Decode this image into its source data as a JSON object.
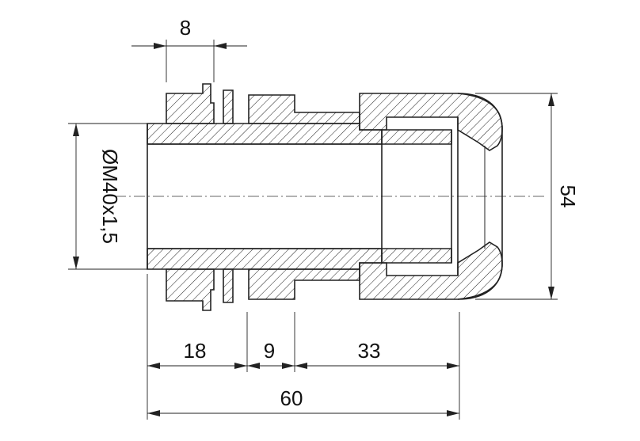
{
  "dimensions": {
    "top_width": "8",
    "thread": "ØM40x1,5",
    "outer_diameter": "54",
    "seg_1": "18",
    "seg_2": "9",
    "seg_3": "33",
    "total_length": "60"
  }
}
